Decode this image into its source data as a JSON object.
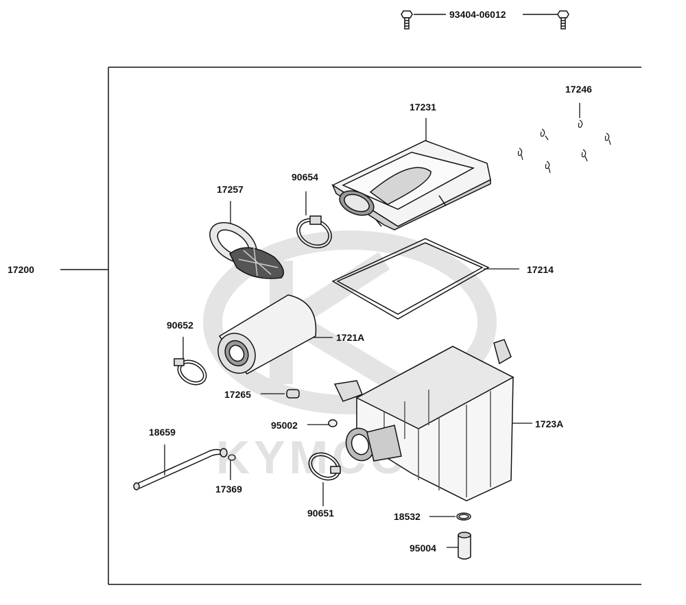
{
  "watermark": {
    "text": "KYMCO"
  },
  "parts": {
    "hardware_bolt": "93404-06012",
    "assembly": "17200",
    "cover": "17231",
    "clips": "17246",
    "duct": "17257",
    "clamp_top": "90654",
    "seal": "17214",
    "element": "1721A",
    "clamp_left": "90652",
    "case": "1723A",
    "plug": "17265",
    "ring": "95002",
    "tube": "18659",
    "clip_small": "17369",
    "clamp_bottom": "90651",
    "oring": "18532",
    "cap": "95004"
  },
  "colors": {
    "line": "#111111",
    "watermark": "#e2e2e2"
  }
}
